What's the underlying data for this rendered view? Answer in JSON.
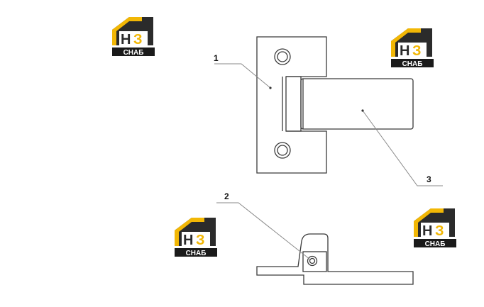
{
  "diagram": {
    "callouts": {
      "part1": "1",
      "part2": "2",
      "part3": "3"
    }
  },
  "watermark": {
    "letters": "НЗ",
    "caption": "СНАБ",
    "colors": {
      "roof": "#f2b705",
      "wall": "#2b2b2b",
      "caption_bg": "#1a1a1a",
      "caption_text": "#ffffff"
    }
  },
  "colors": {
    "line": "#3a3a3a",
    "leader": "#8a8a8a"
  }
}
